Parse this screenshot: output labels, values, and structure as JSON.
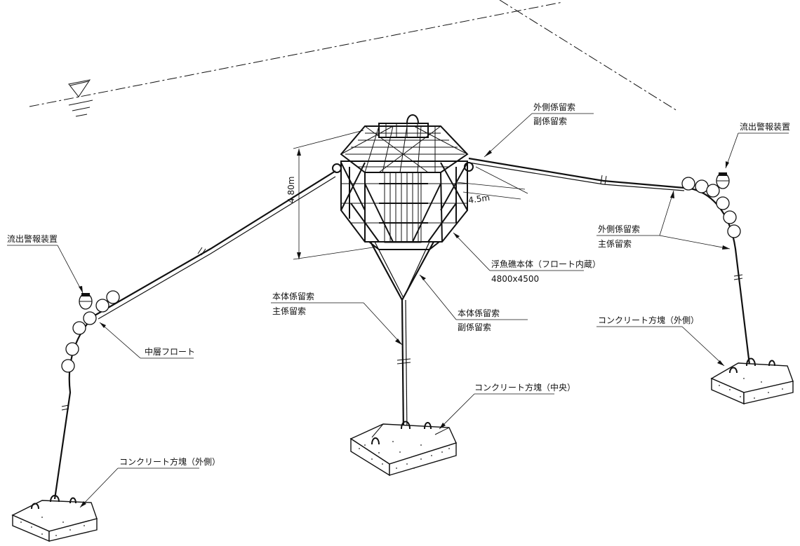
{
  "labels": {
    "outer_mooring_top": "外側係留索",
    "sub_mooring_top": "副係留索",
    "warning_device_right": "流出警報装置",
    "warning_device_left": "流出警報装置",
    "outer_mooring_right": "外側係留索",
    "main_mooring_right": "主係留索",
    "concrete_outer_right": "コンクリート方塊（外側）",
    "body_mooring_main_a": "本体係留索",
    "body_mooring_main_b": "主係留索",
    "body_mooring_sub_a": "本体係留索",
    "body_mooring_sub_b": "副係留索",
    "float_body_a": "浮魚礁本体（フロート内蔵）",
    "float_body_b": "4800x4500",
    "middle_float": "中層フロート",
    "concrete_center": "コンクリート方塊（中央）",
    "concrete_outer_left": "コンクリート方塊（外側）",
    "dim_height": "4.80m",
    "dim_width": "4.5m"
  }
}
